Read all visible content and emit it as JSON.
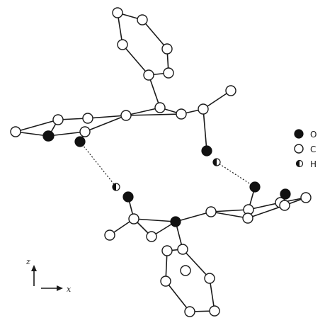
{
  "legend": {
    "items": [
      {
        "symbol": "O",
        "label": "O"
      },
      {
        "symbol": "C",
        "label": "C"
      },
      {
        "symbol": "H",
        "label": "H"
      }
    ]
  },
  "axes": {
    "vertical_label": "z",
    "horizontal_label": "x"
  }
}
